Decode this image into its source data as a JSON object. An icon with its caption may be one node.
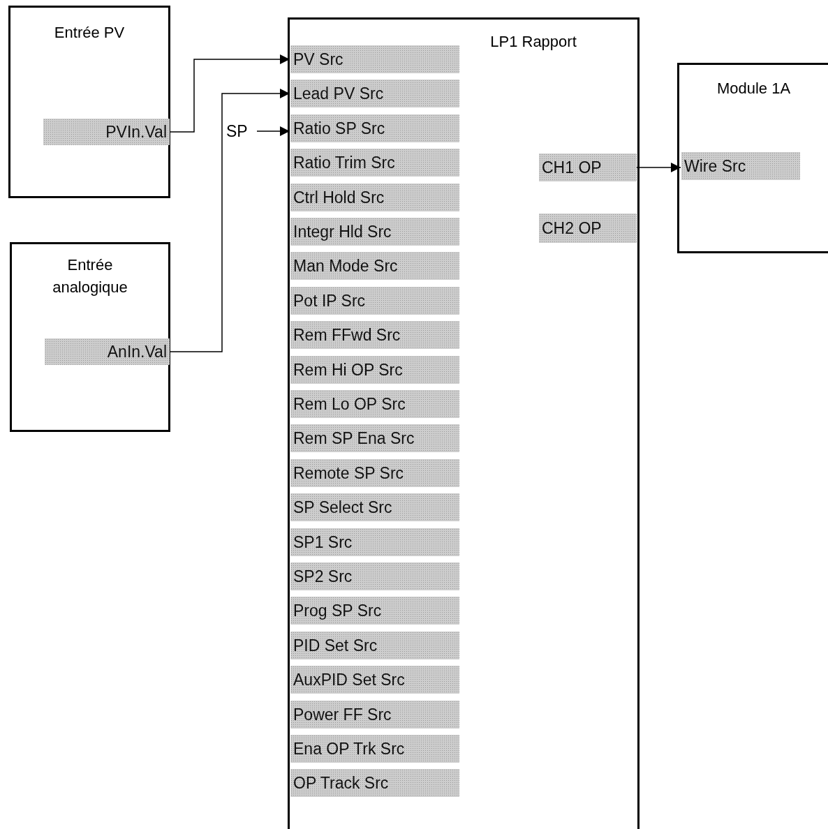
{
  "diagram": {
    "nodes": [
      {
        "text": [
          "Entrée PV"
        ]
      },
      {
        "text": [
          "PVIn.Val"
        ],
        "in": 0
      },
      {
        "text": [
          "Entrée analogique"
        ]
      },
      {
        "text": [
          "AnIn.Val"
        ],
        "in": 2
      },
      {
        "text": [
          "SP"
        ]
      },
      {
        "text": [
          "LP1 Rapport"
        ]
      },
      {
        "text": [
          "PV Src"
        ],
        "in": 5
      },
      {
        "text": [
          "Lead PV Src"
        ],
        "in": 5
      },
      {
        "text": [
          "Ratio SP Src"
        ],
        "in": 5
      },
      {
        "text": [
          "Ratio Trim Src"
        ],
        "in": 5
      },
      {
        "text": [
          "Ctrl Hold Src"
        ],
        "in": 5
      },
      {
        "text": [
          "Integr Hld Src"
        ],
        "in": 5
      },
      {
        "text": [
          "Man Mode Src"
        ],
        "in": 5
      },
      {
        "text": [
          "Pot IP Src"
        ],
        "in": 5
      },
      {
        "text": [
          "Rem FFwd Src"
        ],
        "in": 5
      },
      {
        "text": [
          "Rem Hi OP Src"
        ],
        "in": 5
      },
      {
        "text": [
          "Rem Lo OP Src"
        ],
        "in": 5
      },
      {
        "text": [
          "Rem SP Ena Src"
        ],
        "in": 5
      },
      {
        "text": [
          "Remote SP Src"
        ],
        "in": 5
      },
      {
        "text": [
          "SP Select Src"
        ],
        "in": 5
      },
      {
        "text": [
          "SP1 Src"
        ],
        "in": 5
      },
      {
        "text": [
          "SP2 Src"
        ],
        "in": 5
      },
      {
        "text": [
          "Prog SP Src"
        ],
        "in": 5
      },
      {
        "text": [
          "PID Set Src"
        ],
        "in": 5
      },
      {
        "text": [
          "AuxPID Set Src"
        ],
        "in": 5
      },
      {
        "text": [
          "Power FF Src"
        ],
        "in": 5
      },
      {
        "text": [
          "Ena OP Trk Src"
        ],
        "in": 5
      },
      {
        "text": [
          "OP Track Src"
        ],
        "in": 5
      },
      {
        "text": [
          "CH1 OP"
        ],
        "in": 5
      },
      {
        "text": [
          "CH2 OP"
        ],
        "in": 5
      },
      {
        "text": [
          "Module 1A"
        ]
      },
      {
        "text": [
          "Wire Src"
        ],
        "in": 30
      }
    ],
    "edges": [
      {
        "from": 1,
        "to": 6,
        "arrow": "to"
      },
      {
        "from": 3,
        "to": 7,
        "arrow": "to"
      },
      {
        "from": 4,
        "to": 8,
        "arrow": "to"
      },
      {
        "from": 28,
        "to": 31,
        "arrow": "to"
      }
    ]
  }
}
